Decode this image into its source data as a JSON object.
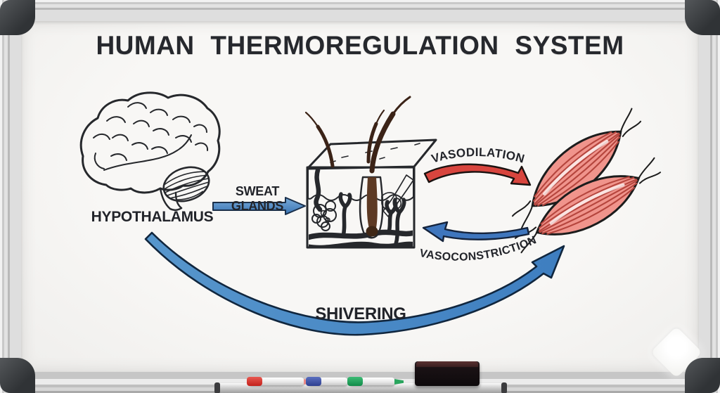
{
  "board": {
    "title": "HUMAN THERMOREGULATION SYSTEM",
    "medium": "whiteboard marker drawing"
  },
  "diagram": {
    "type": "flow",
    "nodes": [
      {
        "id": "hypothalamus",
        "label": "HYPOTHALAMUS",
        "depicts": "human brain, lateral view sketch with gyri, cerebellum and brainstem"
      },
      {
        "id": "skin",
        "label": "",
        "depicts": "skin cross-section block: tan epidermis top with three hairs, pink dermis band, sweat gland coil, hair follicle with bulb, sebaceous gland, red artery and blue vein with branches"
      },
      {
        "id": "muscles",
        "label": "",
        "depicts": "two fusiform skeletal muscle bundles with striations and tendons"
      }
    ],
    "edges": [
      {
        "from": "hypothalamus",
        "to": "skin",
        "label": "SWEAT GLANDS",
        "style": "straight blue arrow"
      },
      {
        "from": "skin",
        "to": "muscles",
        "label": "VASODILATION",
        "style": "curved red arrow, arched label"
      },
      {
        "from": "muscles",
        "to": "skin",
        "label": "VASOCONSTRICTION",
        "style": "curved blue arrow, arched label"
      },
      {
        "from": "hypothalamus",
        "to": "muscles",
        "label": "SHIVERING",
        "style": "large sweeping blue arrow along bottom"
      }
    ]
  },
  "colors": {
    "board_surface": "#f6f5f2",
    "frame_silver": "#cfcfcf",
    "corner_cap": "#3b3e41",
    "arrow_blue": "#4484c4",
    "arrow_red": "#d8453e",
    "skin_top_tan": "#ecc19b",
    "skin_pink_band": "#f2a4a8",
    "skin_cream": "#f8ead0",
    "muscle_pink": "#f0948c",
    "ink": "#26282c"
  },
  "tray": {
    "markers": [
      {
        "color": "red",
        "hex": "#d62f28"
      },
      {
        "color": "blue",
        "hex": "#3d51a8"
      },
      {
        "color": "green",
        "hex": "#1fa05a"
      }
    ],
    "eraser": {
      "color": "black",
      "top": "dark maroon"
    }
  }
}
